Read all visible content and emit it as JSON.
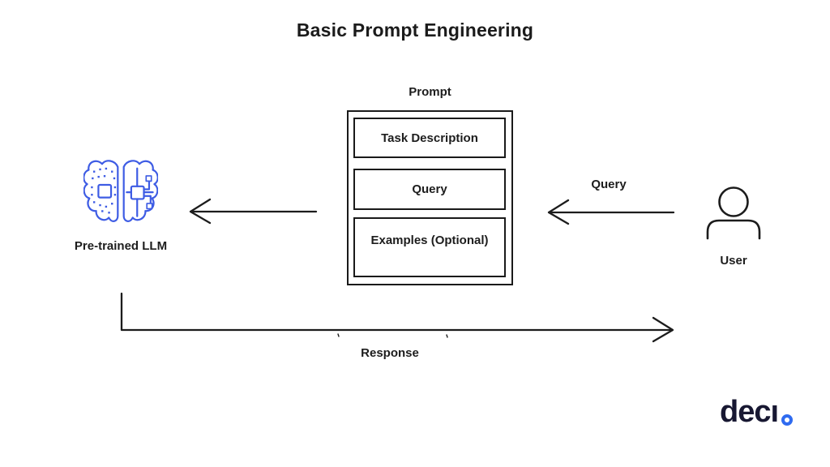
{
  "title": "Basic Prompt Engineering",
  "diagram": {
    "prompt": {
      "label": "Prompt",
      "boxes": [
        "Task Description",
        "Query",
        "Examples (Optional)"
      ]
    },
    "llm": {
      "label": "Pre-trained LLM"
    },
    "user": {
      "label": "User"
    },
    "arrows": {
      "query": {
        "label": "Query",
        "from": "User",
        "to": "Prompt"
      },
      "prompt_to_llm": {
        "from": "Prompt",
        "to": "Pre-trained LLM"
      },
      "response": {
        "label": "Response",
        "from": "Pre-trained LLM",
        "to": "User"
      }
    }
  },
  "logo": {
    "text": "decı"
  },
  "colors": {
    "ink": "#1c1c1c",
    "brain_blue": "#3e5ce4",
    "logo_text": "#181832",
    "logo_dot_blue": "#2f6bf0"
  }
}
